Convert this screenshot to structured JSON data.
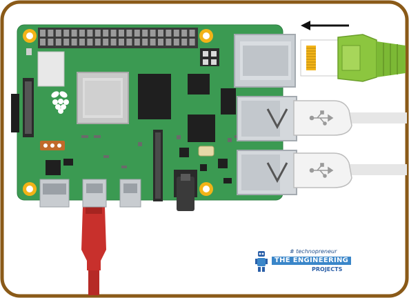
{
  "watermark": {
    "tagline": "# technopreneur",
    "brand": "THE ENGINEERING",
    "sub": "PROJECTS"
  },
  "colors": {
    "frame": "#8a5a18",
    "board": "#3b9a52",
    "board_dark": "#2e7d42",
    "metal": "#cfd4d9",
    "ethernet_cable": "#8cc63f",
    "power_cable": "#c8302c",
    "usb_cable": "#e6e6e6",
    "gold": "#f2b318"
  },
  "icons": [
    "raspberry-logo-icon",
    "usb-symbol-icon",
    "arrow-left-icon"
  ]
}
